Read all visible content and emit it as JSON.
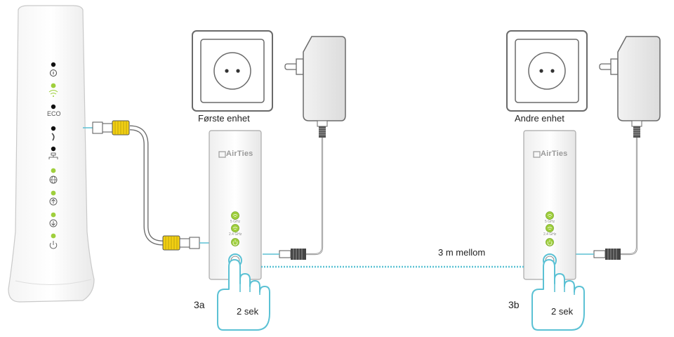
{
  "labels": {
    "first_device": "Første enhet",
    "second_device": "Andre enhet",
    "distance": "3 m mellom",
    "step_a": "3a",
    "step_b": "3b",
    "press_a": "2 sek",
    "press_b": "2 sek"
  },
  "extender_a": {
    "brand": "AirTies",
    "led_5ghz": "5 GHz",
    "led_24ghz": "2.4 GHz"
  },
  "extender_b": {
    "brand": "AirTies",
    "led_5ghz": "5 GHz",
    "led_24ghz": "2.4 GHz"
  },
  "router_leds": [
    {
      "name": "info",
      "color": "black"
    },
    {
      "name": "wifi",
      "color": "green"
    },
    {
      "name": "eco",
      "color": "black"
    },
    {
      "name": "phone",
      "color": "black"
    },
    {
      "name": "lan",
      "color": "black"
    },
    {
      "name": "internet",
      "color": "green"
    },
    {
      "name": "upload",
      "color": "green"
    },
    {
      "name": "download",
      "color": "green"
    },
    {
      "name": "power",
      "color": "green"
    }
  ],
  "router_eco_text": "ECO",
  "colors": {
    "led_green": "#9fcf3c",
    "cable_accent": "#5bc1d4",
    "ethernet_yellow": "#f2cf12",
    "hand_outline": "#5bc1d4"
  }
}
